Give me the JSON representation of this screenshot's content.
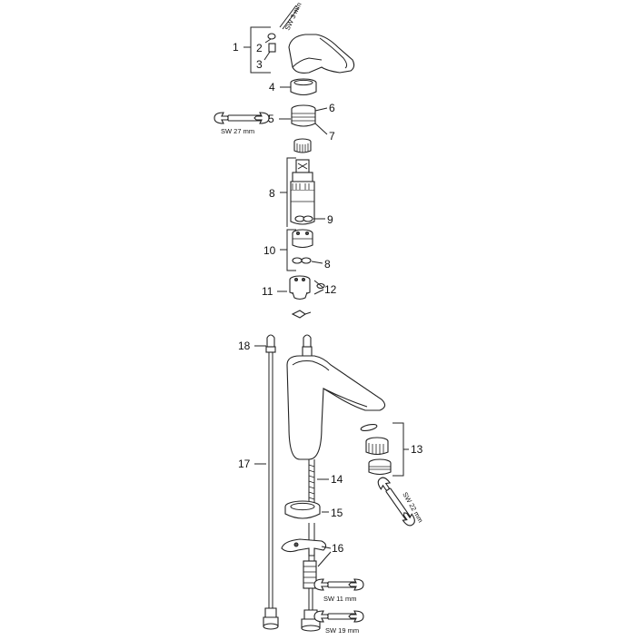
{
  "callouts": {
    "c1": "1",
    "c2": "2",
    "c3": "3",
    "c4": "4",
    "c5": "5",
    "c6": "6",
    "c7": "7",
    "c8a": "8",
    "c9": "9",
    "c10": "10",
    "c8b": "8",
    "c11": "11",
    "c12": "12",
    "c13": "13",
    "c14": "14",
    "c15": "15",
    "c16": "16",
    "c17": "17",
    "c18": "18"
  },
  "wrench_labels": {
    "sw3": "SW 3 mm",
    "sw27": "SW 27 mm",
    "sw22": "SW 22 mm",
    "sw11": "SW 11 mm",
    "sw19": "SW 19 mm"
  },
  "colors": {
    "line": "#222222",
    "background": "#ffffff",
    "dark_fill": "#555555"
  }
}
